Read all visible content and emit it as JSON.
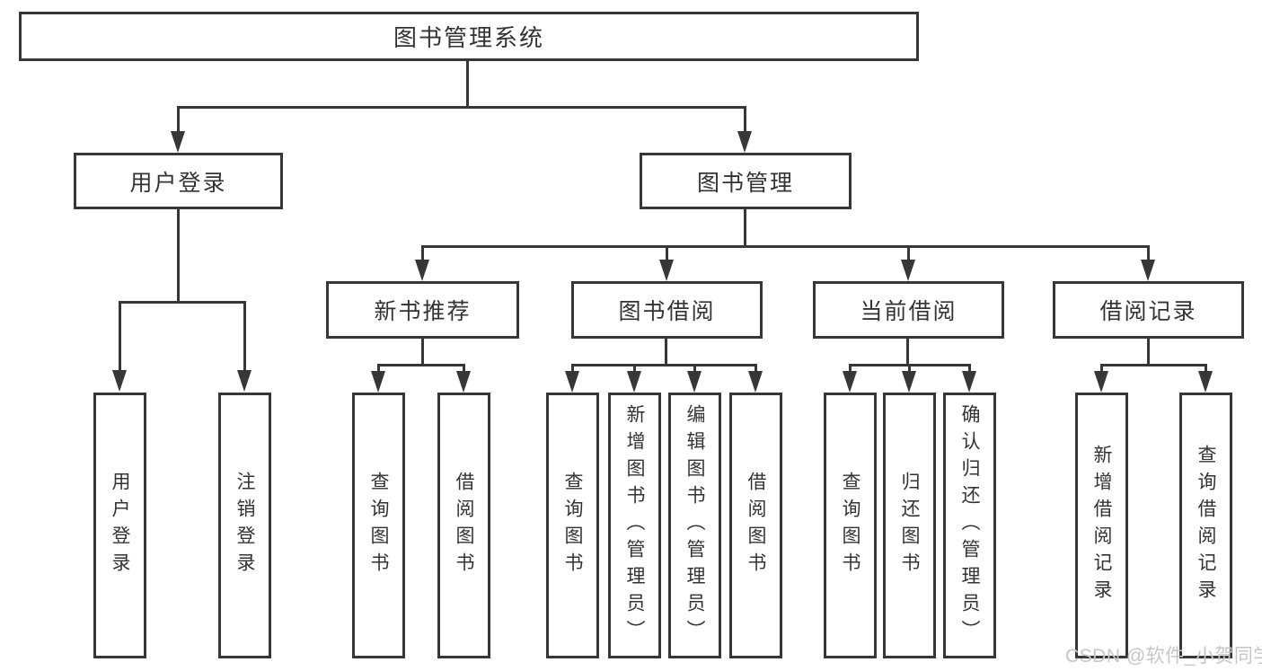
{
  "colors": {
    "line": "#373737",
    "box_border": "#373737",
    "box_fill": "#ffffff",
    "text": "#333333",
    "watermark_text": "#c6c6c6",
    "background": "#ffffff"
  },
  "diagram": {
    "root": {
      "label": "图书管理系统"
    },
    "branches": {
      "user_login": {
        "label": "用户登录",
        "children": [
          "用户登录",
          "注销登录"
        ]
      },
      "book_mgmt": {
        "label": "图书管理",
        "sections": [
          {
            "label": "新书推荐",
            "children": [
              "查询图书",
              "借阅图书"
            ]
          },
          {
            "label": "图书借阅",
            "children": [
              "查询图书",
              "新增图书（管理员）",
              "编辑图书（管理员）",
              "借阅图书"
            ]
          },
          {
            "label": "当前借阅",
            "children": [
              "查询图书",
              "归还图书",
              "确认归还（管理员）"
            ]
          },
          {
            "label": "借阅记录",
            "children": [
              "新增借阅记录",
              "查询借阅记录"
            ]
          }
        ]
      }
    }
  },
  "watermark": {
    "text": "CSDN @软件_小贺同学"
  }
}
